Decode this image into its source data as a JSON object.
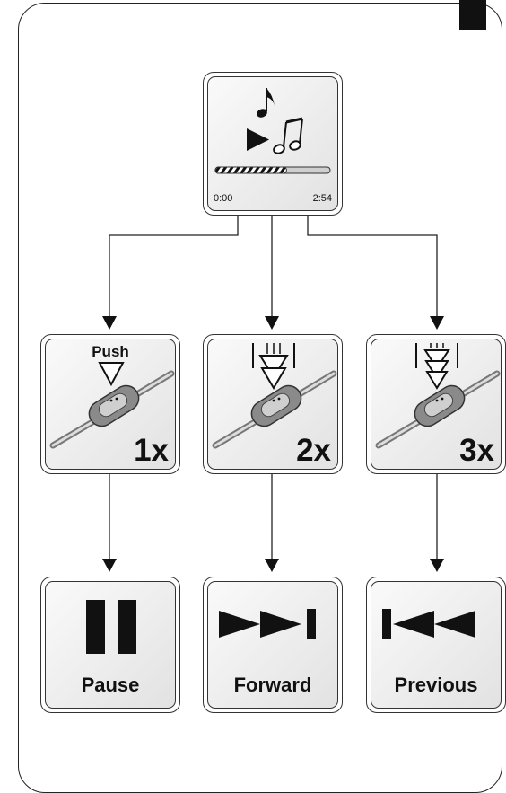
{
  "player": {
    "icon": "music-play-icon",
    "time_start": "0:00",
    "time_end": "2:54",
    "progress": 0.62
  },
  "presses": [
    {
      "label": "Push",
      "count": "1x",
      "icon": "single-press-arrow-icon"
    },
    {
      "label": "",
      "count": "2x",
      "icon": "double-press-arrow-icon"
    },
    {
      "label": "",
      "count": "3x",
      "icon": "triple-press-arrow-icon"
    }
  ],
  "actions": [
    {
      "label": "Pause",
      "icon": "pause-icon"
    },
    {
      "label": "Forward",
      "icon": "skip-forward-icon"
    },
    {
      "label": "Previous",
      "icon": "skip-previous-icon"
    }
  ]
}
